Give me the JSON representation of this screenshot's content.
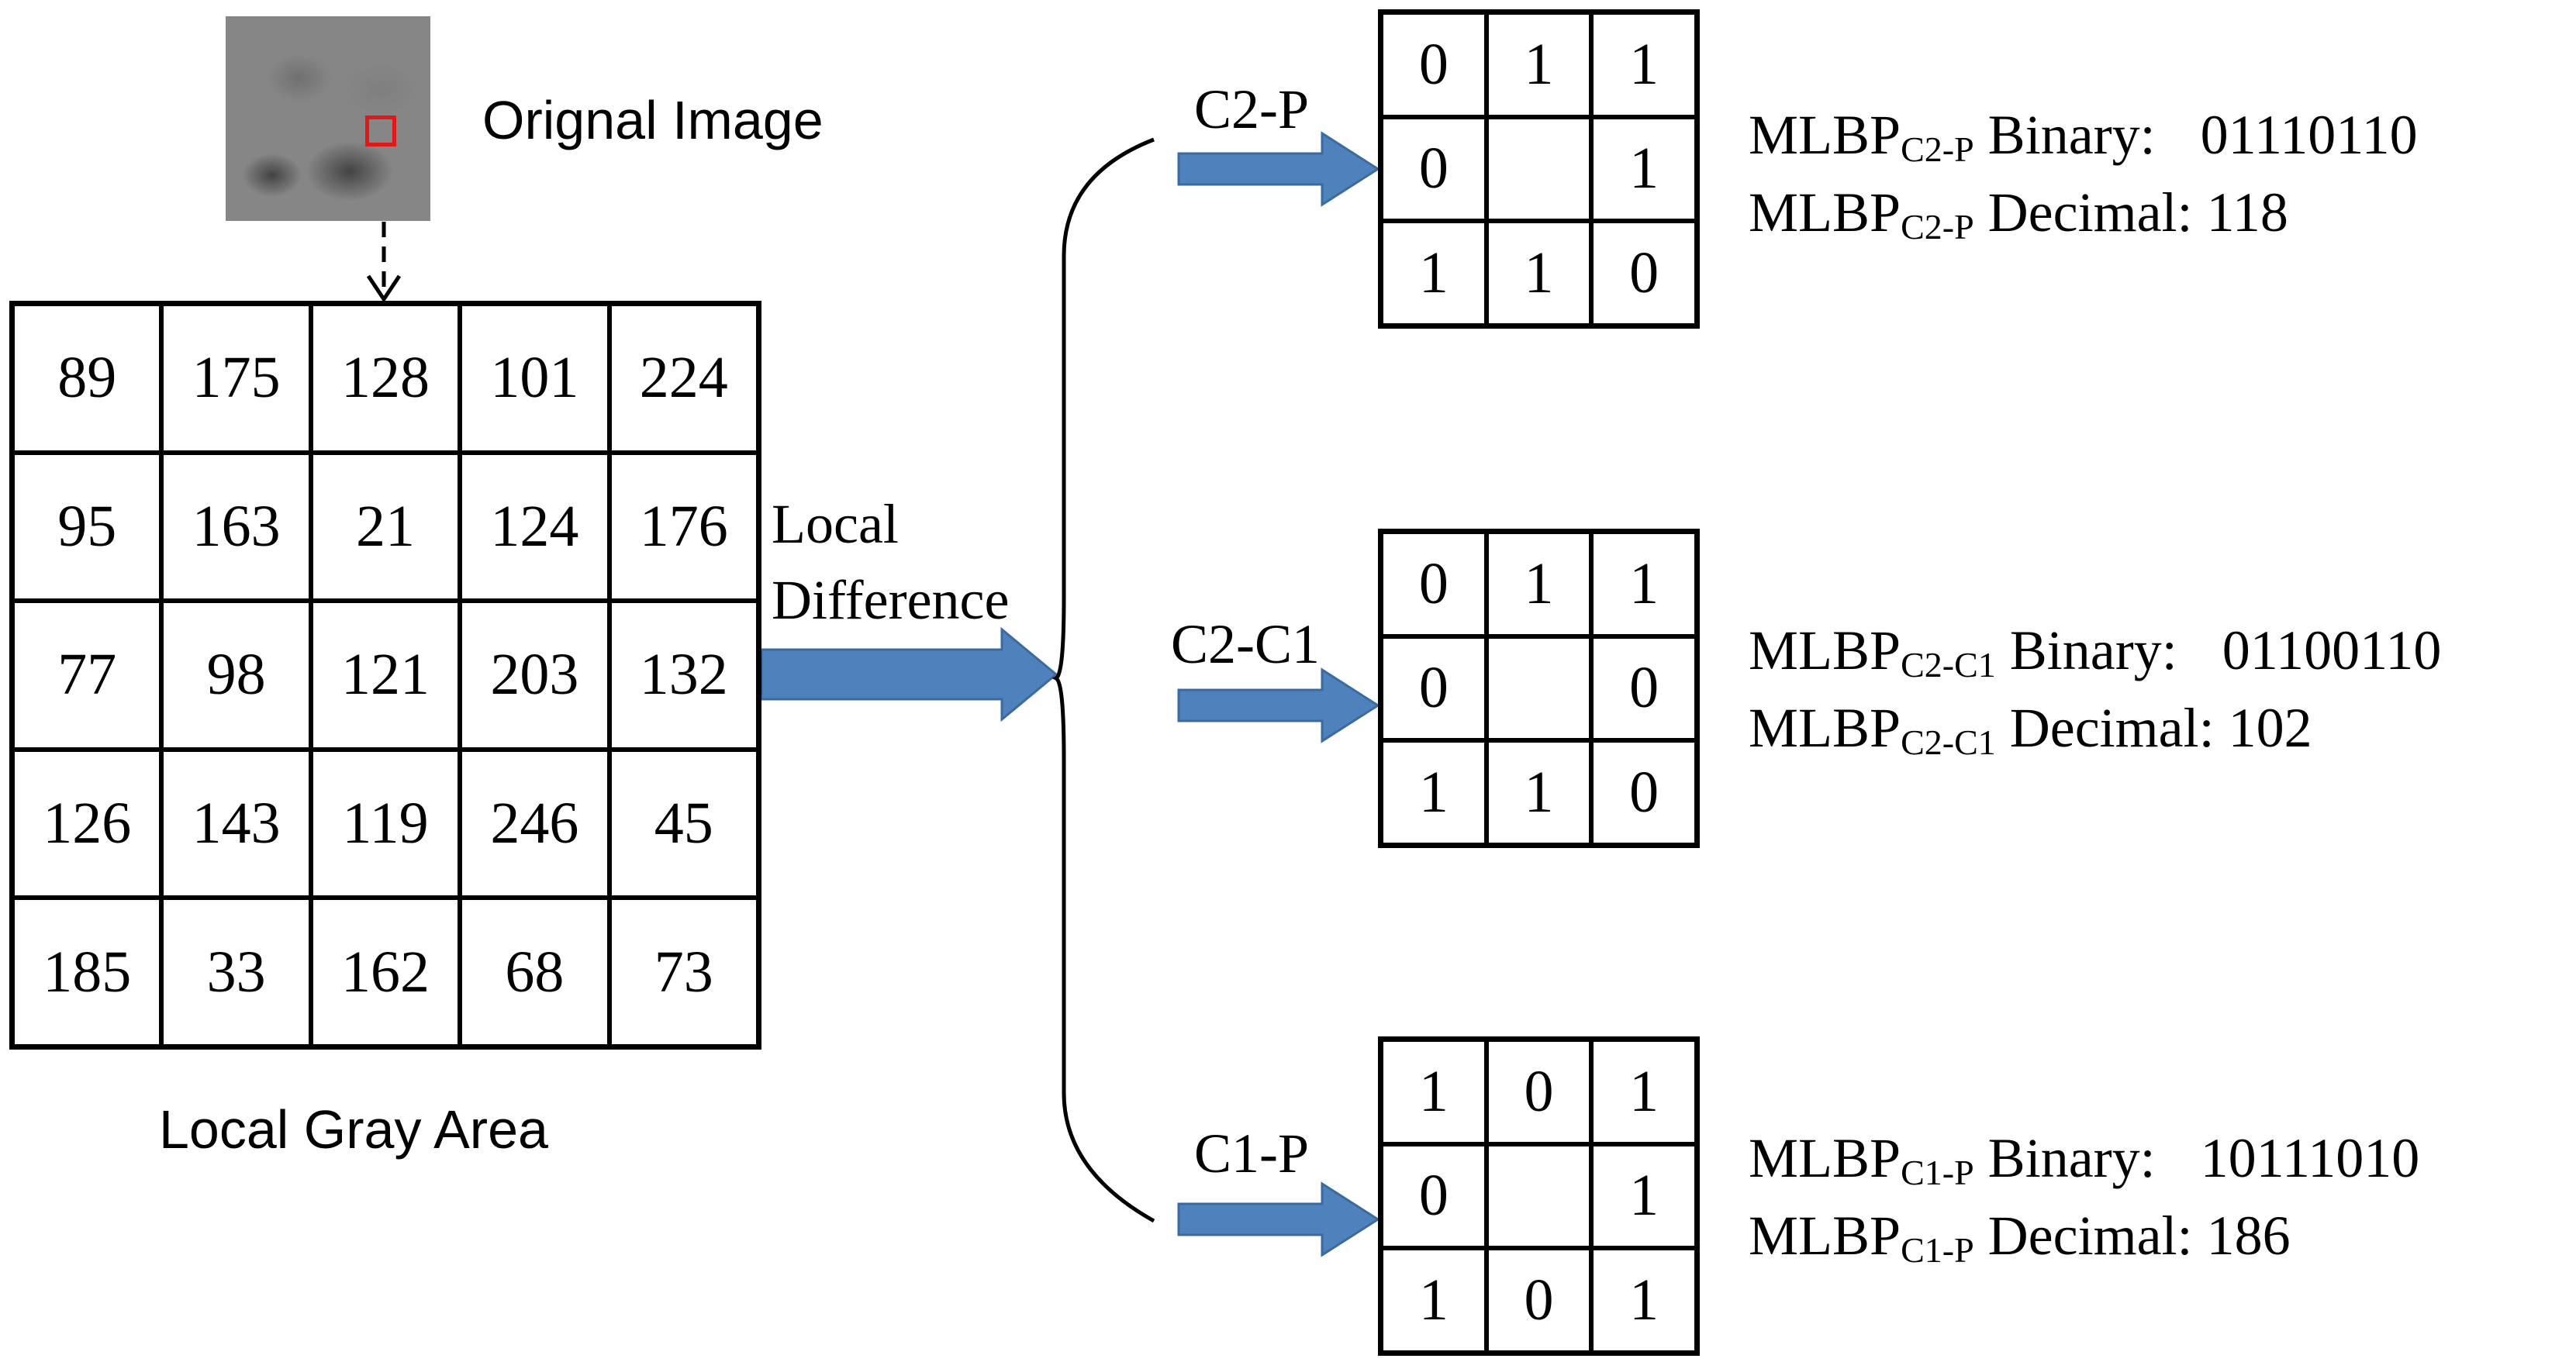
{
  "original_image": {
    "label": "Orignal Image"
  },
  "gray_area": {
    "label": "Local Gray Area",
    "rows": [
      [
        "89",
        "175",
        "128",
        "101",
        "224"
      ],
      [
        "95",
        "163",
        "21",
        "124",
        "176"
      ],
      [
        "77",
        "98",
        "121",
        "203",
        "132"
      ],
      [
        "126",
        "143",
        "119",
        "246",
        "45"
      ],
      [
        "185",
        "33",
        "162",
        "68",
        "73"
      ]
    ]
  },
  "local_difference": {
    "line1": "Local",
    "line2": "Difference"
  },
  "branches": [
    {
      "label": "C2-P",
      "grid": [
        [
          "0",
          "1",
          "1"
        ],
        [
          "0",
          "",
          "1"
        ],
        [
          "1",
          "1",
          "0"
        ]
      ],
      "prefix": "MLBP",
      "subscript": "C2-P",
      "binary_label": "Binary:",
      "binary_value": "01110110",
      "decimal_label": "Decimal:",
      "decimal_value": "118"
    },
    {
      "label": "C2-C1",
      "grid": [
        [
          "0",
          "1",
          "1"
        ],
        [
          "0",
          "",
          "0"
        ],
        [
          "1",
          "1",
          "0"
        ]
      ],
      "prefix": "MLBP",
      "subscript": "C2-C1",
      "binary_label": "Binary:",
      "binary_value": "01100110",
      "decimal_label": "Decimal:",
      "decimal_value": "102"
    },
    {
      "label": "C1-P",
      "grid": [
        [
          "1",
          "0",
          "1"
        ],
        [
          "0",
          "",
          "1"
        ],
        [
          "1",
          "0",
          "1"
        ]
      ],
      "prefix": "MLBP",
      "subscript": "C1-P",
      "binary_label": "Binary:",
      "binary_value": "10111010",
      "decimal_label": "Decimal:",
      "decimal_value": "186"
    }
  ],
  "colors": {
    "arrow_fill": "#4f81bd",
    "arrow_stroke": "#3a6a9e",
    "roi_box": "#e01818"
  }
}
